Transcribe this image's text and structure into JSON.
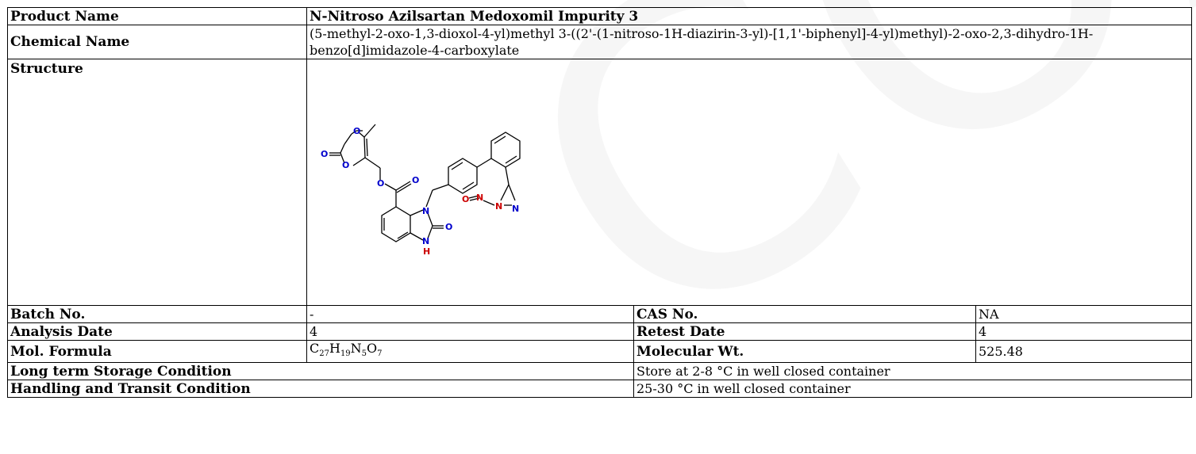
{
  "product_name_label": "Product Name",
  "product_name": "N-Nitroso Azilsartan Medoxomil Impurity 3",
  "chemical_name_label": "Chemical Name",
  "chemical_name": "(5-methyl-2-oxo-1,3-dioxol-4-yl)methyl 3-((2'-(1-nitroso-1H-diazirin-3-yl)-[1,1'-biphenyl]-4-yl)methyl)-2-oxo-2,3-dihydro-1H-benzo[d]imidazole-4-carboxylate",
  "structure_label": "Structure",
  "batch_label": "Batch No.",
  "batch_value": "-",
  "cas_label": "CAS No.",
  "cas_value": "NA",
  "analysis_label": "Analysis Date",
  "analysis_value": "4",
  "retest_label": "Retest Date",
  "retest_value": "4",
  "formula_label": "Mol. Formula",
  "formula": {
    "c": "C",
    "c_n": "27",
    "h": "H",
    "h_n": "19",
    "n": "N",
    "n_n": "5",
    "o": "O",
    "o_n": "7"
  },
  "mw_label": "Molecular Wt.",
  "mw_value": "525.48",
  "storage_label": "Long term Storage Condition",
  "storage_value": "Store at 2-8 °C in well closed container",
  "transit_label": "Handling and Transit Condition",
  "transit_value": "25-30 °C in well closed container",
  "atoms": {
    "O": "O",
    "N": "N",
    "H": "H"
  },
  "colors": {
    "oxygen": "#0000cc",
    "nitrogen": "#cc0000",
    "nitrogen_blue": "#0000cc",
    "bond": "#000000"
  }
}
